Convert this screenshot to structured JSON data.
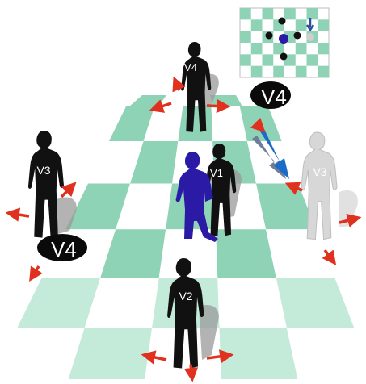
{
  "figures": {
    "top": {
      "label": "V4"
    },
    "left": {
      "label": "V3"
    },
    "center_black": {
      "label": "V1"
    },
    "ghost_right": {
      "label": "V3"
    },
    "bottom": {
      "label": "V2"
    }
  },
  "ovals": {
    "upper": {
      "label": "V4"
    },
    "lower": {
      "label": "V4"
    }
  },
  "colors": {
    "tile_green": "#8fd3b6",
    "tile_green_light": "#c4ead9",
    "tile_white": "#ffffff",
    "figure_black": "#111111",
    "figure_blue": "#2a1aa6",
    "figure_ghost": "#d7d7d7",
    "arrow_red": "#e0301e",
    "arrow_blue": "#1a6cc8",
    "shadow_gray": "#9a9a9a"
  },
  "inset": {
    "description_visible": false
  }
}
